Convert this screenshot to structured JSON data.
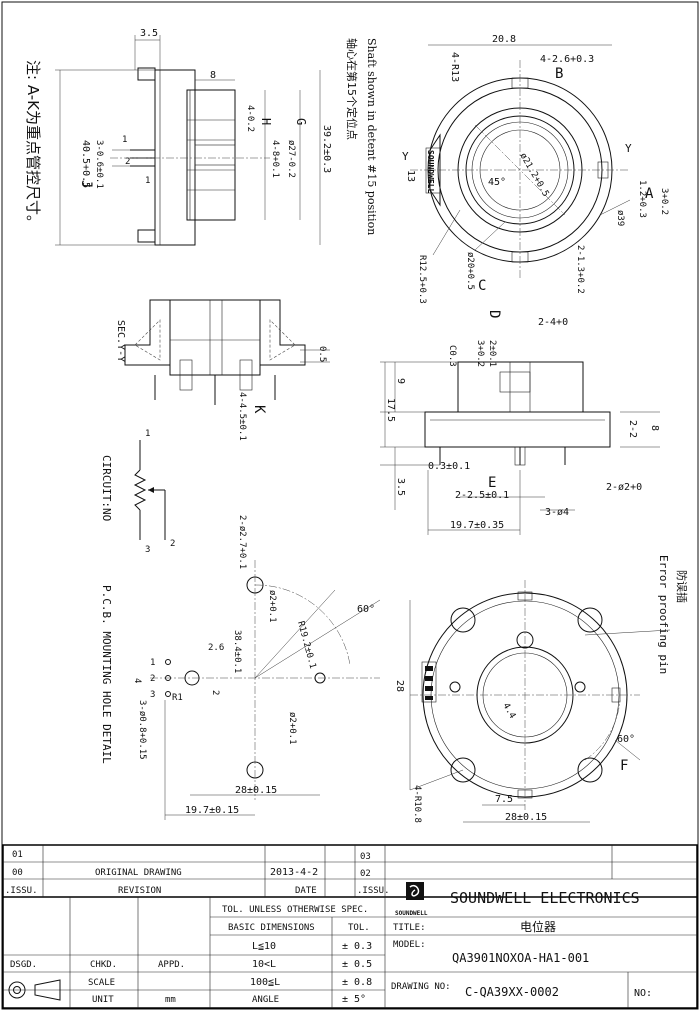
{
  "note": {
    "cn_note": "注: A-K为重点管控尺寸。"
  },
  "shaft_note": {
    "en": "Shaft shown in detent #15 position",
    "cn": "轴心在第15个定位点"
  },
  "side_view": {
    "dim_top": "3.5",
    "dim_8": "8",
    "label_h": "H",
    "h_val": "4-0.2",
    "label_g": "G",
    "g_val": "ø27-0.2",
    "dim_4_8": "4-8+0.1",
    "dim_39_2": "39.2±0.3",
    "dim_40_5": "40.5+0.5",
    "label_j": "J",
    "dim_3_06": "3-0.6±0.1",
    "dim_1": "1",
    "dim_2": "2",
    "dim_1b": "1"
  },
  "top_view": {
    "dim_20_8": "20.8",
    "dim_4r13": "4-R13",
    "dim_4_26": "4-2.6+0.3",
    "label_b": "B",
    "label_y_left": "Y",
    "label_y_right": "Y",
    "dim_13": "13",
    "brand_mark": "SOUNDWELL",
    "dim_45": "45°",
    "dim_21_2": "ø21.2+0.5",
    "label_a": "A",
    "dim_3": "3+0.2",
    "dim_1_2": "1.2+0.3",
    "dim_39": "ø39",
    "dim_r125": "R12.5+0.3",
    "dim_20": "ø20+0.5",
    "label_c": "C",
    "dim_2_13": "2-1.3+0.2"
  },
  "section": {
    "label": "SEC.Y-Y",
    "dim_05": "0.5",
    "label_k": "K",
    "dim_4_45": "4-4.5±0.1"
  },
  "front_view": {
    "dim_c03": "C0.3",
    "label_d": "D",
    "dim_2_01": "2±0.1",
    "dim_2_4": "2-4+0",
    "dim_3": "3+0.2",
    "dim_9": "9",
    "dim_17_5": "17.5",
    "dim_2_2": "2-2",
    "dim_8": "8",
    "dim_03": "0.3±0.1",
    "dim_3_5": "3.5",
    "label_e": "E",
    "dim_2_25": "2-2.5±0.1",
    "dim_2_2b": "2-ø2+0",
    "dim_3_4": "3-ø4",
    "dim_19_7": "19.7±0.35"
  },
  "circuit": {
    "label": "CIRCUIT:NO",
    "pin1": "1",
    "pin2": "2",
    "pin3": "3"
  },
  "pcb": {
    "label": "P.C.B. MOUNTING HOLE DETAIL",
    "dim_2_27": "2-ø2.7+0.1",
    "dim_2": "ø2+0.1",
    "dim_60": "60°",
    "dim_r192": "R19.2±0.1",
    "dim_2_6": "2.6",
    "dim_38_4": "38.4±0.1",
    "dim_3_08": "3-ø0.8+0.15",
    "dim_2b": "ø2+0.1",
    "dim_4": "4",
    "dim_r1": "R1",
    "dim_2c": "2",
    "dim_28": "28±0.15",
    "dim_19_7": "19.7±0.15",
    "pin1": "1",
    "pin2": "2",
    "pin3": "3"
  },
  "bottom_view": {
    "cn_pin": "防误插",
    "en_pin": "Error proofing pin",
    "dim_28": "28",
    "dim_44": "4.4",
    "dim_60": "60°",
    "label_f": "F",
    "dim_4r108": "4-R10.8",
    "dim_7_5": "7.5",
    "dim_28b": "28±0.15"
  },
  "title_block": {
    "rev_rows": [
      {
        "issu": "01",
        "revision": "",
        "date": "",
        "issu2": "03"
      },
      {
        "issu": "00",
        "revision": "ORIGINAL DRAWING",
        "date": "2013-4-2",
        "issu2": "02"
      }
    ],
    "hdr_issu": ".ISSU.",
    "hdr_revision": "REVISION",
    "hdr_date": "DATE",
    "hdr_issu2": ".ISSU.",
    "company": "SOUNDWELL ELECTRONICS",
    "logo_caption": "SOUNDWELL",
    "tol_header": "TOL. UNLESS OTHERWISE SPEC.",
    "basic_dims": "BASIC DIMENSIONS",
    "tol": "TOL.",
    "tol_rows": [
      {
        "range": "L≦10",
        "tol": "± 0.3"
      },
      {
        "range": "10<L",
        "tol": "± 0.5"
      },
      {
        "range": "100≦L",
        "tol": "± 0.8"
      },
      {
        "range": "ANGLE",
        "tol": "± 5°"
      }
    ],
    "dsgd": "DSGD.",
    "chkd": "CHKD.",
    "appd": "APPD.",
    "scale": "SCALE",
    "unit": "UNIT",
    "unit_val": "mm",
    "title_label": "TITLE:",
    "title_val": "电位器",
    "model_label": "MODEL:",
    "model_val": "QA3901NOXOA-HA1-001",
    "drawing_no_label": "DRAWING NO:",
    "drawing_no_val": "C-QA39XX-0002",
    "no_label": "NO:"
  }
}
